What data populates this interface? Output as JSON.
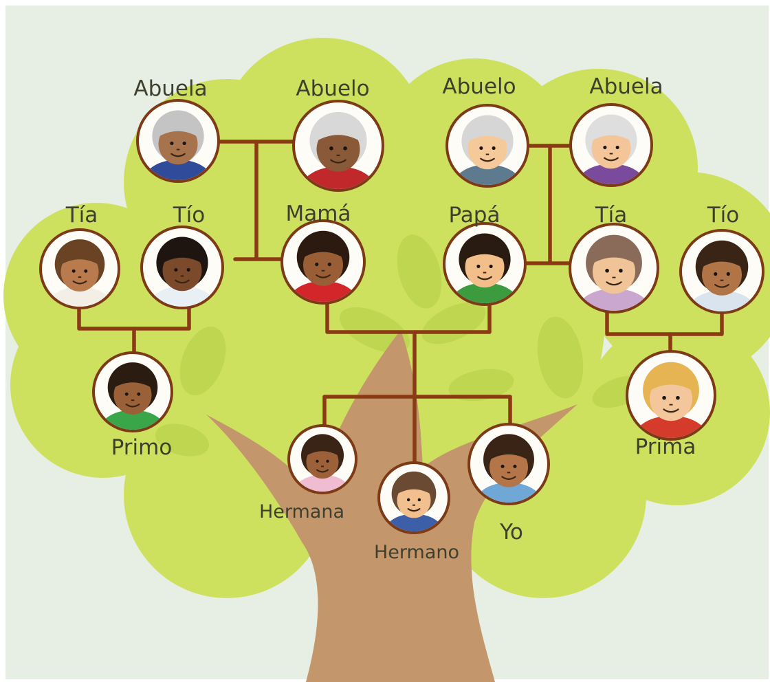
{
  "colors": {
    "background": "#e7eee3",
    "canopy": "#cde15e",
    "canopy_inner": "#c2d751",
    "leaf": "#b5cf4c",
    "trunk": "#c4966c",
    "connector": "#8b3b14",
    "frame": "#7d3a17",
    "frame_fill": "#fdfcf6"
  },
  "members": [
    {
      "id": "abuela-materna",
      "label": "Abuela",
      "skin": "#a7734d",
      "hair": "#c4c4c4",
      "shirt": "#2f4b9a",
      "icon": "grandmother-avatar-icon"
    },
    {
      "id": "abuelo-materno",
      "label": "Abuelo",
      "skin": "#8a5a38",
      "hair": "#d8d8d8",
      "shirt": "#c0282c",
      "icon": "grandfather-avatar-icon"
    },
    {
      "id": "abuelo-paterno",
      "label": "Abuelo",
      "skin": "#f6c99a",
      "hair": "#d6d6d6",
      "shirt": "#5d7a8e",
      "icon": "grandfather-avatar-icon"
    },
    {
      "id": "abuela-paterna",
      "label": "Abuela",
      "skin": "#f3c599",
      "hair": "#dedede",
      "shirt": "#7a4a9c",
      "icon": "grandmother-avatar-icon"
    },
    {
      "id": "tia-materna",
      "label": "Tía",
      "skin": "#b97b4e",
      "hair": "#6a4324",
      "shirt": "#f3eee6",
      "icon": "aunt-avatar-icon"
    },
    {
      "id": "tio-materno",
      "label": "Tío",
      "skin": "#7b4a2a",
      "hair": "#1e1510",
      "shirt": "#e8f0f5",
      "icon": "uncle-avatar-icon"
    },
    {
      "id": "mama",
      "label": "Mamá",
      "skin": "#9a5e37",
      "hair": "#2c1a10",
      "shirt": "#d3262b",
      "icon": "mother-avatar-icon"
    },
    {
      "id": "papa",
      "label": "Papá",
      "skin": "#f2be8a",
      "hair": "#2a1b12",
      "shirt": "#3c9a3f",
      "icon": "father-avatar-icon"
    },
    {
      "id": "tia-paterna",
      "label": "Tía",
      "skin": "#f1c497",
      "hair": "#8a6a58",
      "shirt": "#c9a7cf",
      "icon": "aunt-avatar-icon"
    },
    {
      "id": "tio-paterno",
      "label": "Tío",
      "skin": "#b07447",
      "hair": "#3a2416",
      "shirt": "#d9e4ee",
      "icon": "uncle-avatar-icon"
    },
    {
      "id": "primo",
      "label": "Primo",
      "skin": "#9a6139",
      "hair": "#2b1c12",
      "shirt": "#3aa64a",
      "icon": "cousin-boy-avatar-icon"
    },
    {
      "id": "prima",
      "label": "Prima",
      "skin": "#f3c79b",
      "hair": "#e7b454",
      "shirt": "#d53b2a",
      "icon": "cousin-girl-avatar-icon"
    },
    {
      "id": "hermana",
      "label": "Hermana",
      "skin": "#9c6138",
      "hair": "#3a2416",
      "shirt": "#f0bcd2",
      "icon": "sister-avatar-icon"
    },
    {
      "id": "hermano",
      "label": "Hermano",
      "skin": "#f1c08e",
      "hair": "#6a4a32",
      "shirt": "#3d5fa8",
      "icon": "brother-avatar-icon"
    },
    {
      "id": "yo",
      "label": "Yo",
      "skin": "#b47548",
      "hair": "#3a2416",
      "shirt": "#6fa7d6",
      "icon": "me-avatar-icon"
    }
  ]
}
